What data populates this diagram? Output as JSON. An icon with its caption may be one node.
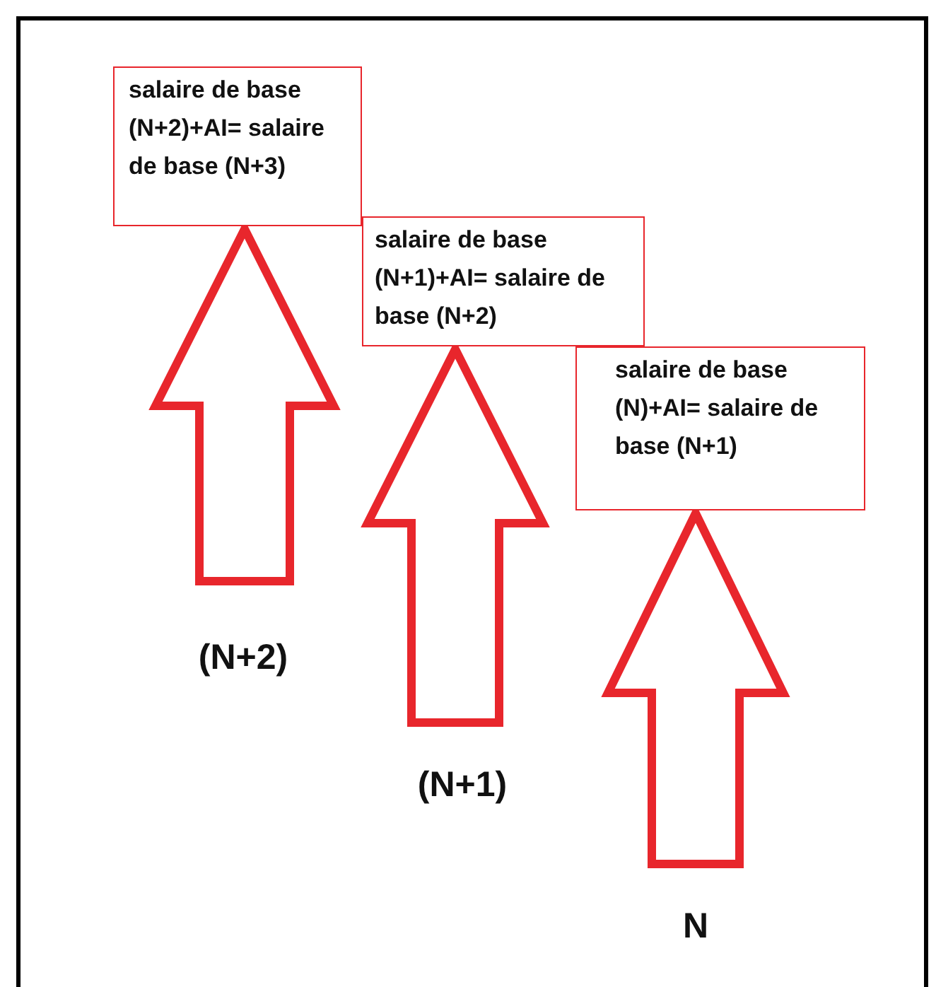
{
  "diagram": {
    "nodes": [
      {
        "text": [
          "salaire de base (N+2)+AI= salaire de base (N+3)"
        ]
      },
      {
        "text": [
          "salaire de base (N+1)+AI= salaire de base (N+2)"
        ]
      },
      {
        "text": [
          "salaire de base (N)+AI= salaire de base (N+1)"
        ]
      },
      {
        "text": [
          "(N+2)"
        ]
      },
      {
        "text": [
          "(N+1)"
        ]
      },
      {
        "text": [
          "N"
        ]
      }
    ],
    "edges": [
      {
        "from": 3,
        "to": 0,
        "arrow": "to",
        "style": "thick"
      },
      {
        "from": 4,
        "to": 1,
        "arrow": "to",
        "style": "thick"
      },
      {
        "from": 5,
        "to": 2,
        "arrow": "to",
        "style": "thick"
      }
    ]
  }
}
